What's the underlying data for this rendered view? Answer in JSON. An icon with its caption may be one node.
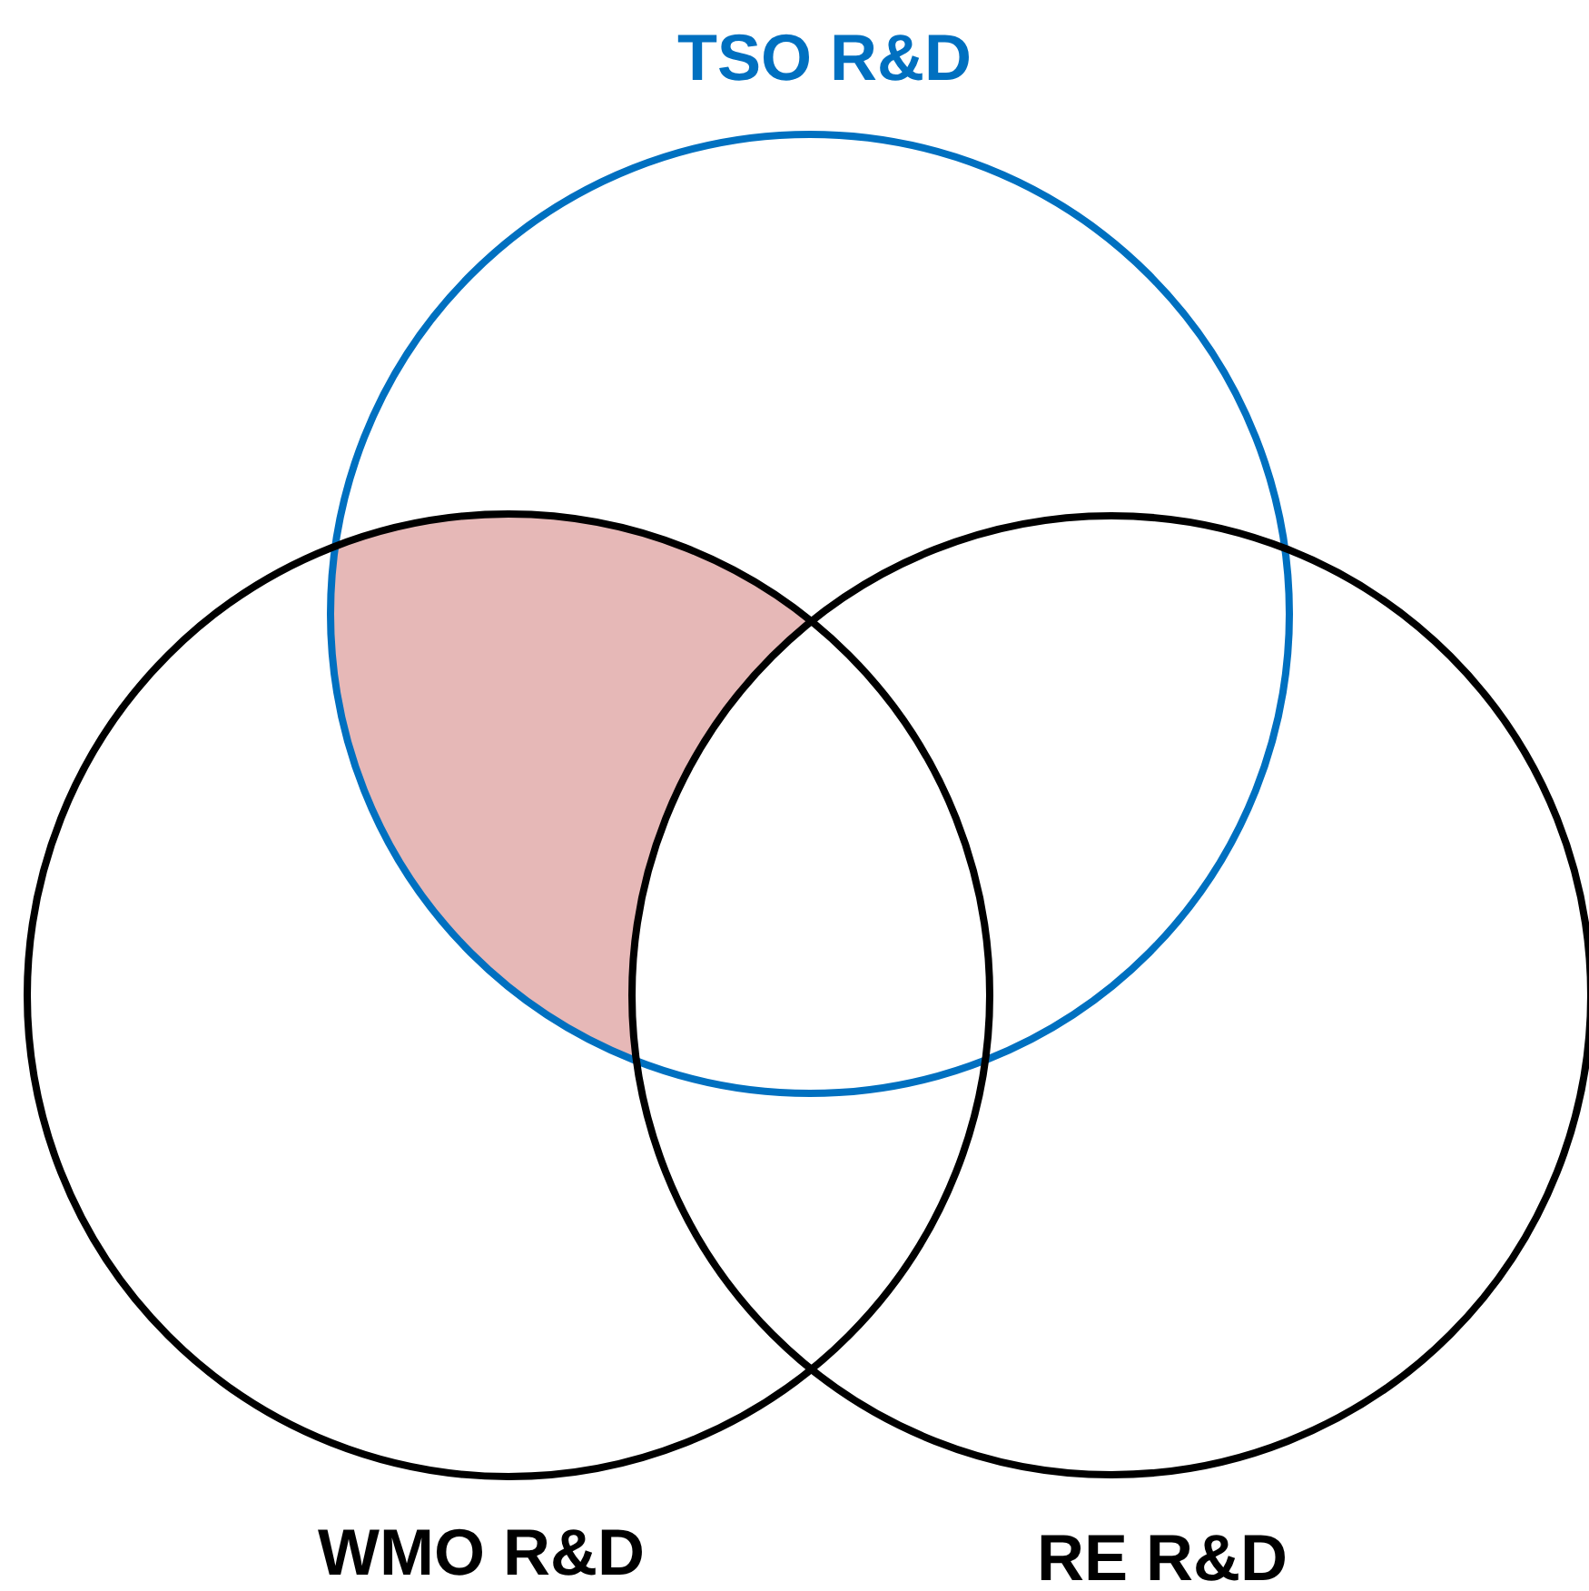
{
  "diagram": {
    "nodes": [
      {
        "text": [
          "TSO R&D"
        ]
      },
      {
        "text": [
          "WMO R&D"
        ]
      },
      {
        "text": [
          "RE R&D"
        ]
      },
      {
        "text": [],
        "shape": "region"
      }
    ]
  }
}
